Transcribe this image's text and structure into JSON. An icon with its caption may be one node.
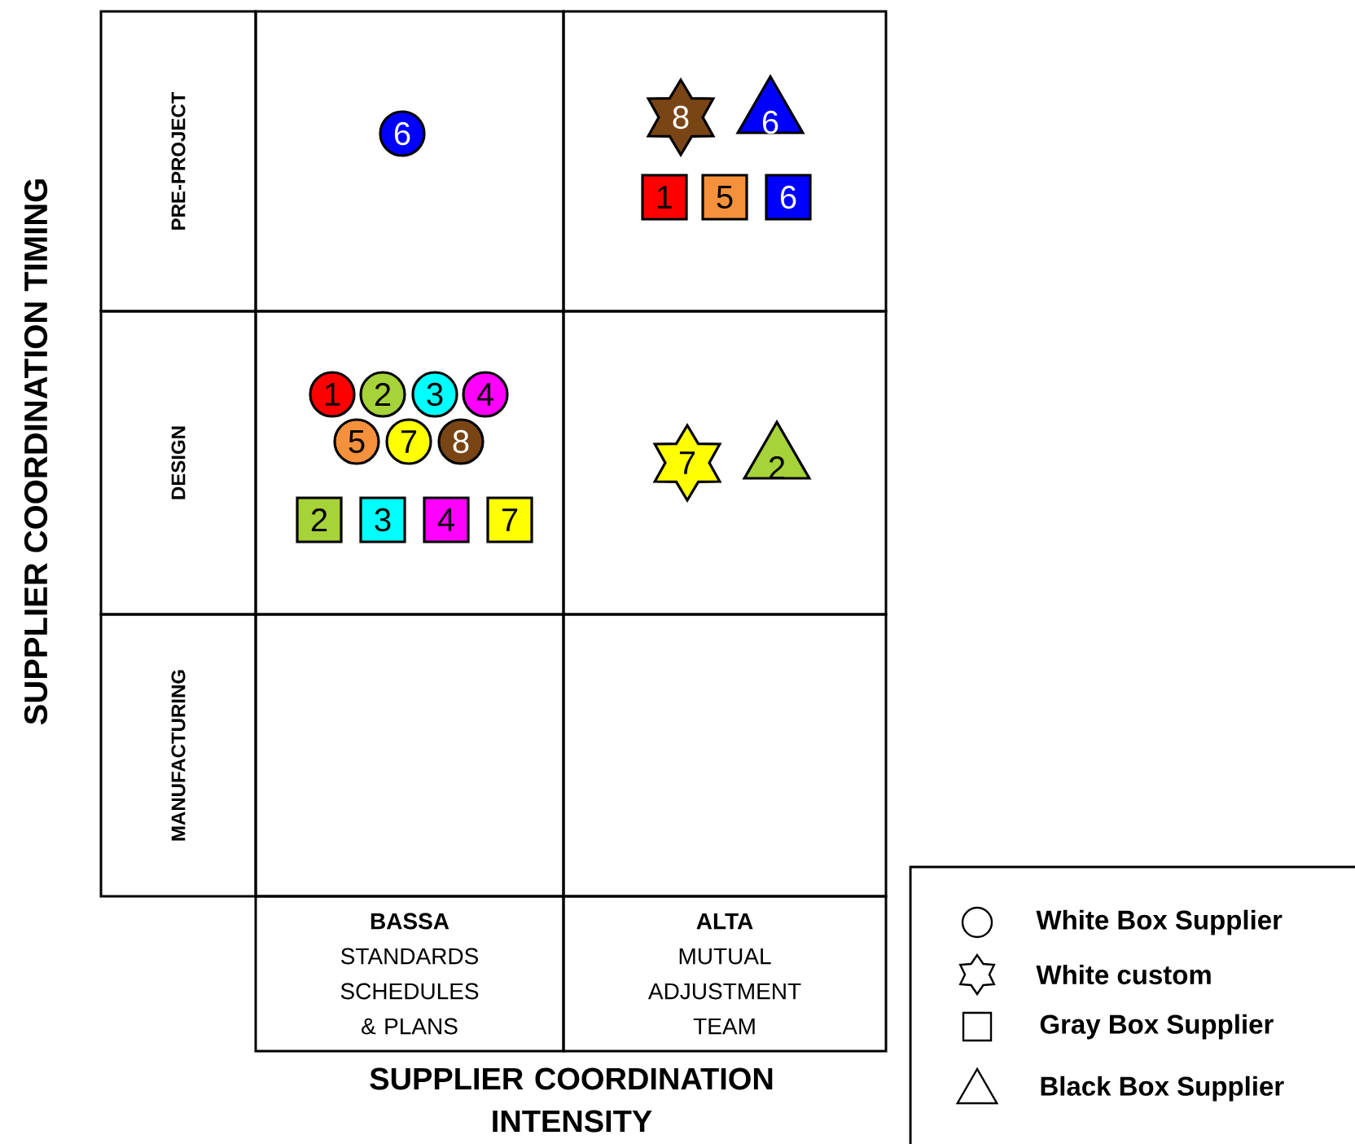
{
  "diagram": {
    "nodes": [
      {
        "text": [
          "PRE-PROJECT"
        ]
      },
      {
        "text": [],
        "shape": "box"
      },
      {
        "text": [
          "6"
        ],
        "in": 1
      },
      {
        "text": [],
        "shape": "box"
      },
      {
        "text": [
          "8"
        ],
        "in": 3
      },
      {
        "text": [
          "6"
        ],
        "in": 3
      },
      {
        "text": [
          "1"
        ],
        "in": 3
      },
      {
        "text": [
          "5"
        ],
        "in": 3
      },
      {
        "text": [
          "6"
        ],
        "in": 3
      },
      {
        "text": [
          "DESIGN"
        ]
      },
      {
        "text": [],
        "shape": "box"
      },
      {
        "text": [
          "1"
        ],
        "in": 10
      },
      {
        "text": [
          "2"
        ],
        "in": 10
      },
      {
        "text": [
          "3"
        ],
        "in": 10
      },
      {
        "text": [
          "4"
        ],
        "in": 10
      },
      {
        "text": [
          "5"
        ],
        "in": 10
      },
      {
        "text": [
          "7"
        ],
        "in": 10
      },
      {
        "text": [
          "8"
        ],
        "in": 10
      },
      {
        "text": [
          "2"
        ],
        "in": 10
      },
      {
        "text": [
          "3"
        ],
        "in": 10
      },
      {
        "text": [
          "4"
        ],
        "in": 10
      },
      {
        "text": [
          "7"
        ],
        "in": 10
      },
      {
        "text": [],
        "shape": "box"
      },
      {
        "text": [
          "7"
        ],
        "in": 22
      },
      {
        "text": [
          "2"
        ],
        "in": 22
      },
      {
        "text": [
          "MANUFACTURING"
        ]
      },
      {
        "text": [],
        "shape": "box"
      },
      {
        "text": [],
        "shape": "box"
      },
      {
        "text": [
          "BASSA",
          "STANDARDS SCHEDULES & PLANS"
        ]
      },
      {
        "text": [
          "ALTA",
          "MUTUAL ADJUSTMENT TEAM"
        ]
      }
    ],
    "labels": [
      "SUPPLIER COORDINATION TIMING",
      "SUPPLIER COORDINATION INTENSITY"
    ],
    "legend": [
      {
        "text": "White Box Supplier"
      },
      {
        "text": "White custom"
      },
      {
        "text": "Gray Box Supplier"
      },
      {
        "text": "Black Box Supplier"
      }
    ]
  }
}
